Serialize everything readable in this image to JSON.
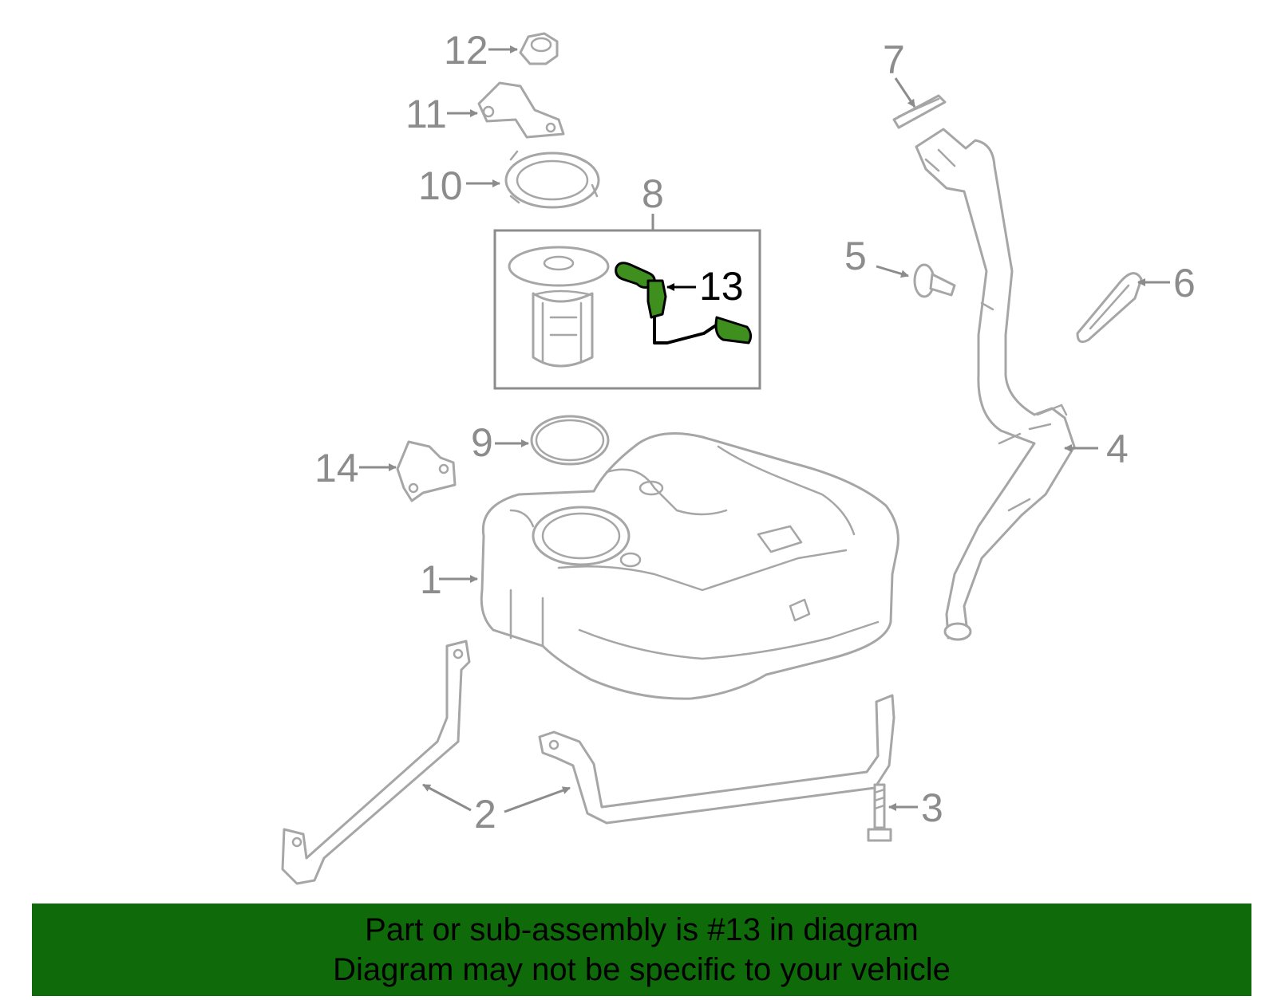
{
  "callouts": {
    "c1": "1",
    "c2": "2",
    "c3": "3",
    "c4": "4",
    "c5": "5",
    "c6": "6",
    "c7": "7",
    "c8": "8",
    "c9": "9",
    "c10": "10",
    "c11": "11",
    "c12": "12",
    "c13": "13",
    "c14": "14"
  },
  "highlight": {
    "part_number": "13",
    "color": "#3f8f1e"
  },
  "banner": {
    "line1": "Part or sub-assembly is #13 in diagram",
    "line2": "Diagram may not be specific to your vehicle",
    "background": "#0f6b0a"
  }
}
